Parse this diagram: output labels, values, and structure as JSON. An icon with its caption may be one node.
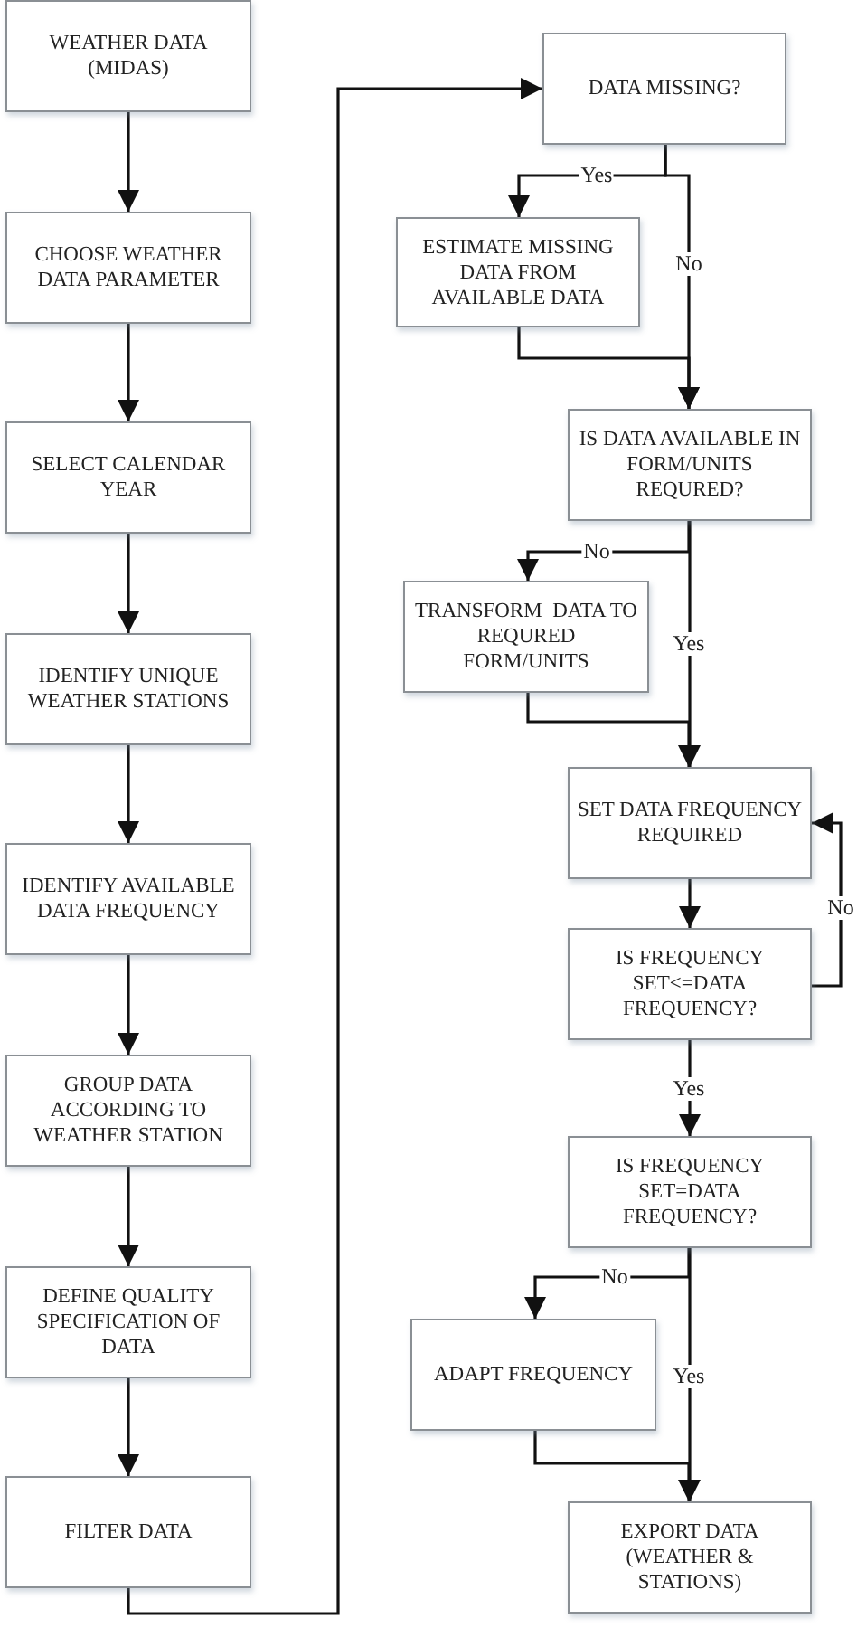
{
  "diagram": {
    "nodes": [
      {
        "text": [
          "WEATHER DATA (MIDAS)"
        ]
      },
      {
        "text": [
          "CHOOSE WEATHER DATA PARAMETER"
        ]
      },
      {
        "text": [
          "SELECT CALENDAR YEAR"
        ]
      },
      {
        "text": [
          "IDENTIFY UNIQUE WEATHER STATIONS"
        ]
      },
      {
        "text": [
          "IDENTIFY AVAILABLE DATA FREQUENCY"
        ]
      },
      {
        "text": [
          "GROUP DATA ACCORDING TO WEATHER STATION"
        ]
      },
      {
        "text": [
          "DEFINE QUALITY SPECIFICATION OF DATA"
        ]
      },
      {
        "text": [
          "FILTER DATA"
        ]
      },
      {
        "text": [
          "DATA MISSING?"
        ]
      },
      {
        "text": [
          "ESTIMATE MISSING DATA FROM AVAILABLE DATA"
        ]
      },
      {
        "text": [
          "IS DATA AVAILABLE IN FORM/UNITS REQURED?"
        ]
      },
      {
        "text": [
          "TRANSFORM  DATA TO REQURED FORM/UNITS"
        ]
      },
      {
        "text": [
          "SET DATA FREQUENCY REQUIRED"
        ]
      },
      {
        "text": [
          "IS FREQUENCY SET<=DATA FREQUENCY?"
        ]
      },
      {
        "text": [
          "IS FREQUENCY SET=DATA FREQUENCY?"
        ]
      },
      {
        "text": [
          "ADAPT FREQUENCY"
        ]
      },
      {
        "text": [
          "EXPORT DATA (WEATHER & STATIONS)"
        ]
      }
    ],
    "edges": [
      {
        "from": 0,
        "to": 1,
        "arrow": "to"
      },
      {
        "from": 1,
        "to": 2,
        "arrow": "to"
      },
      {
        "from": 2,
        "to": 3,
        "arrow": "to"
      },
      {
        "from": 3,
        "to": 4,
        "arrow": "to"
      },
      {
        "from": 4,
        "to": 5,
        "arrow": "to"
      },
      {
        "from": 5,
        "to": 6,
        "arrow": "to"
      },
      {
        "from": 6,
        "to": 7,
        "arrow": "to"
      },
      {
        "from": 7,
        "to": 8,
        "arrow": "to"
      },
      {
        "from": 8,
        "to": 9,
        "arrow": "to",
        "label": "Yes"
      },
      {
        "from": 8,
        "to": 10,
        "arrow": "to",
        "label": "No"
      },
      {
        "from": 9,
        "to": 10,
        "arrow": "to"
      },
      {
        "from": 10,
        "to": 11,
        "arrow": "to",
        "label": "No"
      },
      {
        "from": 10,
        "to": 12,
        "arrow": "to",
        "label": "Yes"
      },
      {
        "from": 11,
        "to": 12,
        "arrow": "to"
      },
      {
        "from": 12,
        "to": 13,
        "arrow": "to"
      },
      {
        "from": 13,
        "to": 12,
        "arrow": "to",
        "label": "No"
      },
      {
        "from": 13,
        "to": 14,
        "arrow": "to",
        "label": "Yes"
      },
      {
        "from": 14,
        "to": 15,
        "arrow": "to",
        "label": "No"
      },
      {
        "from": 14,
        "to": 16,
        "arrow": "to",
        "label": "Yes"
      },
      {
        "from": 15,
        "to": 16,
        "arrow": "to"
      }
    ]
  }
}
